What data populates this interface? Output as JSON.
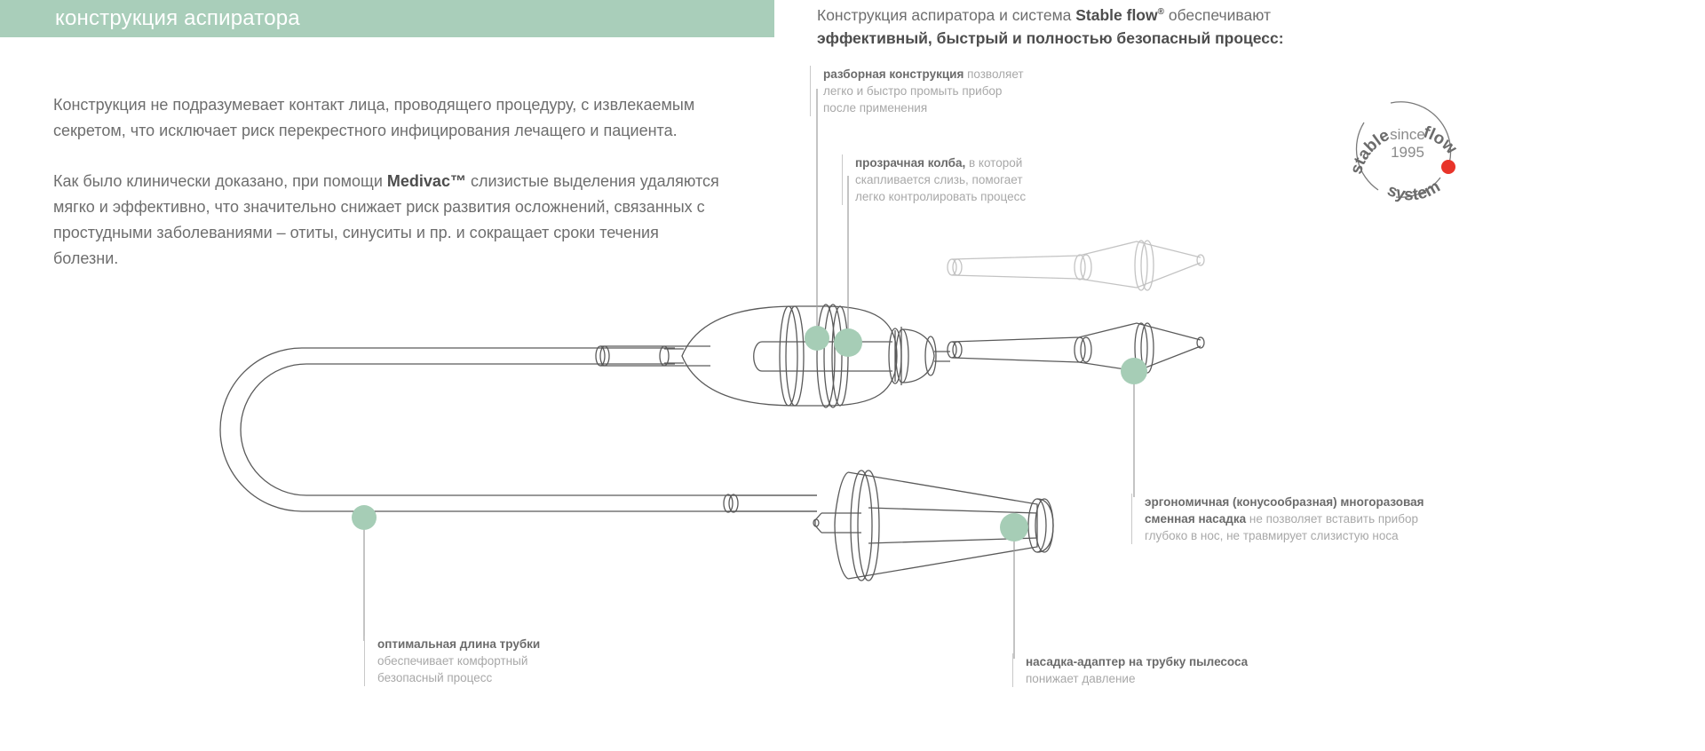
{
  "header": {
    "banner_title": "конструкция аспиратора",
    "banner_color": "#a9ceba",
    "right_line1_prefix": "Конструкция аспиратора и система ",
    "right_line1_strong": "Stable flow",
    "right_line1_sup": "®",
    "right_line1_suffix": " обеспечивают",
    "right_line2": "эффективный, быстрый и полностью безопасный процесс:"
  },
  "body": {
    "paragraph1": "Конструкция не подразумевает контакт лица, проводящего процедуру, с извлекаемым секретом, что исключает риск перекрестного инфицирования лечащего и пациента.",
    "paragraph2_part1": "Как было клинически доказано, при помощи ",
    "paragraph2_brand": "Medivac™",
    "paragraph2_part2": " слизистые выделения удаляются мягко и эффективно, что значительно снижает риск развития осложнений, связанных с простудными заболеваниями – отиты, синуситы и пр. и сокращает сроки течения болезни."
  },
  "callouts": [
    {
      "id": "disassemblable-construction",
      "title": "разборная конструкция",
      "title_rest": " позволяет",
      "body": "легко и быстро промыть прибор\nпосле применения"
    },
    {
      "id": "transparent-flask",
      "title": "прозрачная колба,",
      "title_rest": " в которой",
      "body": "скапливается слизь, помогает\nлегко контролировать процесс"
    },
    {
      "id": "ergonomic-nozzle",
      "title": "эргономичная (конусообразная) многоразовая",
      "title_line2": "сменная насадка",
      "title_rest": " не позволяет вставить прибор",
      "body": "глубоко в нос, не травмирует слизистую носа"
    },
    {
      "id": "optimal-tube-length",
      "title": "оптимальная длина трубки",
      "title_rest": "",
      "body": "обеспечивает комфортный\nбезопасный процесс"
    },
    {
      "id": "vacuum-adapter",
      "title": "насадка-адаптер на трубку пылесоса",
      "title_rest": "",
      "body": "понижает давление"
    }
  ],
  "logo": {
    "word_top_left": "stable",
    "word_top_right": "flow",
    "word_bottom": "system",
    "center_line1": "since",
    "center_line2": "1995",
    "dot_color": "#e8342a"
  },
  "theme": {
    "accent_green": "#a9ceba",
    "marker_green": "#a6cdb6",
    "line_gray": "#5a5a5a",
    "light_line_gray": "#c9c9c9",
    "text_gray": "#6e6e6e",
    "muted_gray": "#a8a8a8"
  }
}
